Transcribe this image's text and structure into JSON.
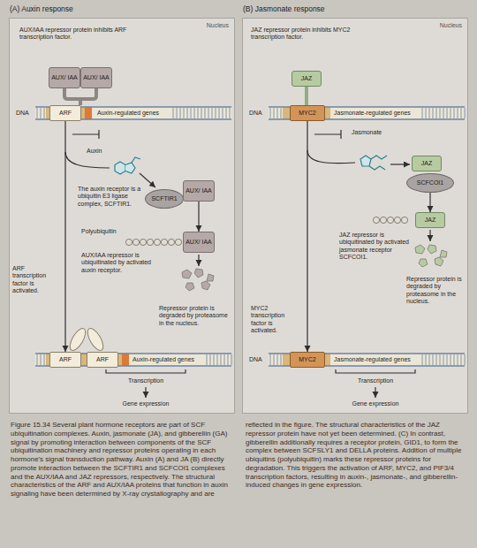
{
  "diagram": {
    "caption": "Figure 15.34 Several plant hormone receptors are part of SCF ubiquitination complexes. Auxin, jasmonate (JA), and gibberellin (GA) signal by promoting interaction between components of the SCF ubiquitination machinery and repressor proteins operating in each hormone's signal transduction pathway. Auxin (A) and JA (B) directly promote interaction between the SCFTIR1 and SCFCOI1 complexes and the AUX/IAA and JAZ repressors, respectively. The structural characteristics of the ARF and AUX/IAA proteins that function in auxin signaling have been determined by X-ray crystallography and are reflected in the figure. The structural characteristics of the JAZ repressor protein have not yet been determined. (C) In contrast, gibberellin additionally requires a receptor protein, GID1, to form the complex between SCFSLY1 and DELLA proteins. Addition of multiple ubiquitins (polyubiquitin) marks these repressor proteins for degradation. This triggers the activation of ARF, MYC2, and PIF3/4 transcription factors, resulting in auxin-, jasmonate-, and gibberellin-induced changes in gene expression.",
    "nodes": [
      {
        "text": [
          "(A) Auxin response",
          "Nucleus"
        ]
      },
      {
        "text": [
          "AUX/ IAA"
        ],
        "in": 0
      },
      {
        "text": [
          "AUX/ IAA"
        ],
        "in": 0
      },
      {
        "text": [
          "ARF"
        ],
        "in": 0
      },
      {
        "text": [
          "SCFTIR1"
        ],
        "in": 0
      },
      {
        "text": [
          "AUX/ IAA"
        ],
        "in": 0
      },
      {
        "text": [
          "AUX/ IAA"
        ],
        "in": 0
      },
      {
        "text": [
          "ARF"
        ],
        "in": 0
      },
      {
        "text": [
          "ARF"
        ],
        "in": 0
      },
      {
        "text": [
          "(B) Jasmonate response",
          "Nucleus"
        ]
      },
      {
        "text": [
          "JAZ"
        ],
        "in": 9
      },
      {
        "text": [
          "MYC2"
        ],
        "in": 9
      },
      {
        "text": [
          "JAZ"
        ],
        "in": 9
      },
      {
        "text": [
          "SCFCOI1"
        ],
        "in": 9
      },
      {
        "text": [
          "JAZ"
        ],
        "in": 9
      },
      {
        "text": [
          "MYC2"
        ],
        "in": 9
      }
    ],
    "edges": [
      {
        "from": 3,
        "to": 7,
        "arrow": "to"
      },
      {
        "from": 5,
        "to": 6,
        "arrow": "to"
      },
      {
        "from": 11,
        "to": 15,
        "arrow": "to"
      },
      {
        "from": 13,
        "to": 14,
        "arrow": "to"
      }
    ],
    "labels": [
      "AUX/IAA repressor protein inhibits ARF transcription factor.",
      "DNA",
      "Auxin-regulated genes",
      "Auxin",
      "The auxin receptor is a ubiquitin E3 ligase complex, SCFTIR1.",
      "Polyubiquitin",
      "AUX/IAA repressor is ubiquitinated by activated auxin receptor.",
      "ARF transcription factor is activated.",
      "Repressor protein is degraded by proteasome in the nucleus.",
      "Auxin-regulated genes",
      "Transcription",
      "Gene expression",
      "JAZ repressor protein inhibits MYC2 transcription factor.",
      "DNA",
      "Jasmonate-regulated genes",
      "Jasmonate",
      "JAZ repressor is ubiquitinated by activated jasmonate receptor SCFCOI1.",
      "Repressor protein is degraded by proteasome in the nucleus.",
      "MYC2 transcription factor is activated.",
      "DNA",
      "Jasmonate-regulated genes",
      "Transcription",
      "Gene expression"
    ]
  }
}
